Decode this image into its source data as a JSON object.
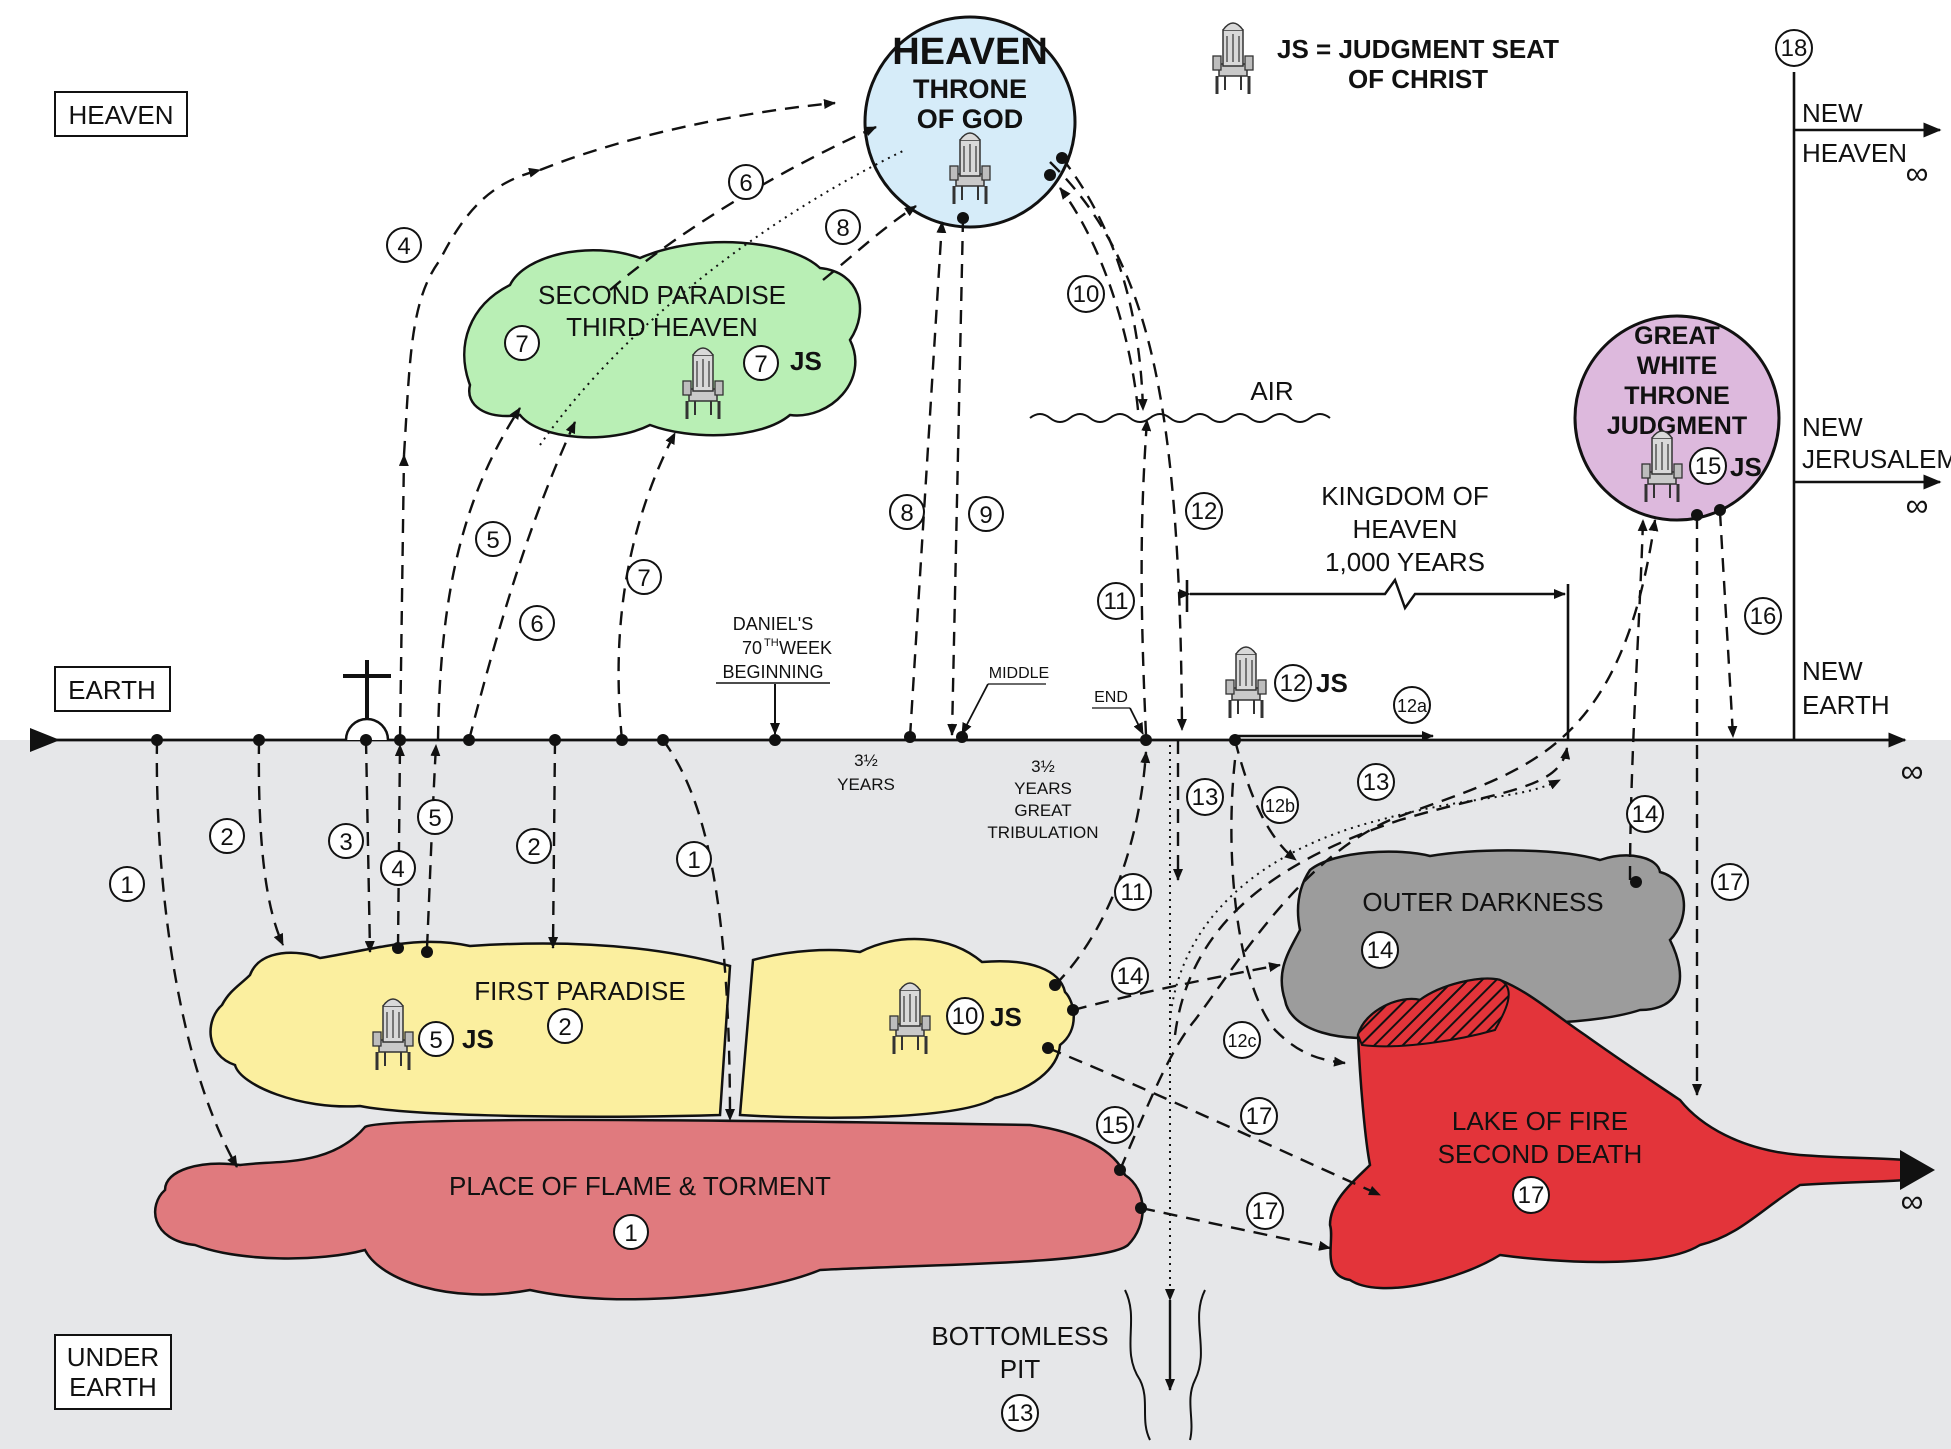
{
  "regions": {
    "heaven": "HEAVEN",
    "earth": "EARTH",
    "under_earth_1": "UNDER",
    "under_earth_2": "EARTH"
  },
  "legend": {
    "line1": "JS = JUDGMENT SEAT",
    "line2": "OF CHRIST"
  },
  "heaven_circle": {
    "title": "HEAVEN",
    "line1": "THRONE",
    "line2": "OF GOD",
    "color": "#d6ecf9"
  },
  "second_paradise": {
    "line1": "SECOND PARADISE",
    "line2": "THIRD HEAVEN",
    "js": "JS",
    "color": "#b9efb5"
  },
  "great_white_throne": {
    "line1": "GREAT",
    "line2": "WHITE",
    "line3": "THRONE",
    "line4": "JUDGMENT",
    "js": "JS",
    "color": "#ddb9dd"
  },
  "air": "AIR",
  "kingdom": {
    "line1": "KINGDOM OF",
    "line2": "HEAVEN",
    "line3": "1,000 YEARS"
  },
  "daniel": {
    "line1": "DANIEL'S",
    "line2a": "70",
    "line2b": "TH",
    "line2c": " WEEK",
    "line3": "BEGINNING",
    "middle": "MIDDLE",
    "end": "END",
    "half1_a": "3½",
    "half1_b": "YEARS",
    "half2_a": "3½",
    "half2_b": "YEARS",
    "half2_c": "GREAT",
    "half2_d": "TRIBULATION"
  },
  "first_paradise": {
    "label": "FIRST PARADISE",
    "js_left": "JS",
    "js_right": "JS",
    "color": "#fbef9f"
  },
  "flame_torment": {
    "label": "PLACE OF FLAME & TORMENT",
    "color": "#e07a7e"
  },
  "outer_darkness": {
    "label": "OUTER DARKNESS",
    "color": "#9c9c9c"
  },
  "lake_of_fire": {
    "line1": "LAKE OF FIRE",
    "line2": "SECOND DEATH",
    "color": "#e3343a"
  },
  "bottomless_pit": {
    "line1": "BOTTOMLESS",
    "line2": "PIT"
  },
  "earth_js": "JS",
  "new_heaven": {
    "line1": "NEW",
    "line2": "HEAVEN"
  },
  "new_jerusalem": {
    "line1": "NEW",
    "line2": "JERUSALEM"
  },
  "new_earth": {
    "line1": "NEW",
    "line2": "EARTH"
  },
  "infinity": "∞",
  "numbers": {
    "n1": "1",
    "n2": "2",
    "n3": "3",
    "n4": "4",
    "n5": "5",
    "n6": "6",
    "n7": "7",
    "n8": "8",
    "n9": "9",
    "n10": "10",
    "n11": "11",
    "n12": "12",
    "n12a": "12a",
    "n12b": "12b",
    "n12c": "12c",
    "n13": "13",
    "n14": "14",
    "n15": "15",
    "n16": "16",
    "n17": "17",
    "n18": "18"
  },
  "icons": {
    "throne": "throne-icon",
    "cross": "cross-icon",
    "tomb": "tomb-icon"
  }
}
